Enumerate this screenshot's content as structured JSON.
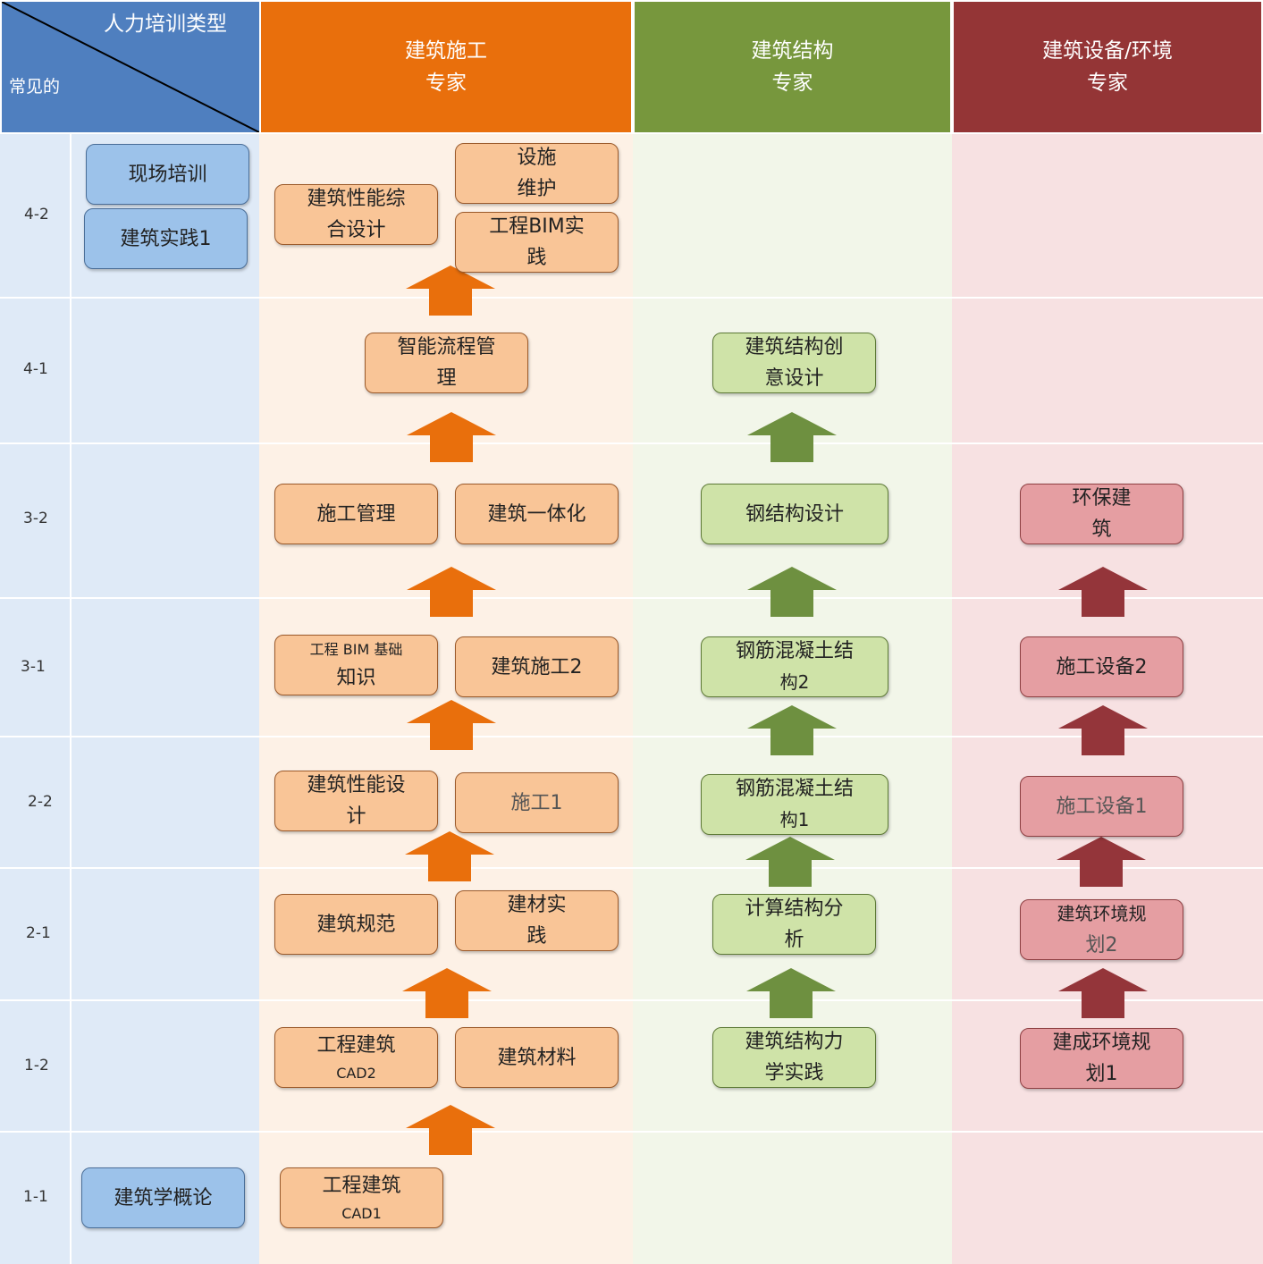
{
  "header": {
    "corner_top": "人力培训类型",
    "corner_bottom": "常见的",
    "columns": [
      {
        "line1": "建筑施工",
        "line2": "专家"
      },
      {
        "line1": "建筑结构",
        "line2": "专家"
      },
      {
        "line1": "建筑设备/环境",
        "line2": "专家"
      }
    ]
  },
  "colors": {
    "header_blue": "#4f7fbf",
    "header_orange": "#e96f0c",
    "header_green": "#77973d",
    "header_red": "#943536",
    "arrow_orange": "#e96f0c",
    "arrow_green": "#6e9040",
    "arrow_red": "#94353a"
  },
  "rows": [
    "4-2",
    "4-1",
    "3-2",
    "3-1",
    "2-2",
    "2-1",
    "1-2",
    "1-1"
  ],
  "boxes": {
    "common_1": {
      "l1": "现场培训",
      "l2": ""
    },
    "common_2": {
      "l1": "建筑实践1",
      "l2": ""
    },
    "common_3": {
      "l1": "建筑学概论",
      "l2": ""
    },
    "o_42a": {
      "l1": "建筑性能综",
      "l2": "合设计"
    },
    "o_42b": {
      "l1": "设施",
      "l2": "维护"
    },
    "o_42c": {
      "l1": "工程BIM实",
      "l2": "践"
    },
    "o_41": {
      "l1": "智能流程管",
      "l2": "理"
    },
    "o_32a": {
      "l1": "施工管理",
      "l2": ""
    },
    "o_32b": {
      "l1": "建筑一体化",
      "l2": ""
    },
    "o_31a": {
      "l1": "工程 BIM 基础",
      "l2": "知识"
    },
    "o_31b": {
      "l1": "建筑施工2",
      "l2": ""
    },
    "o_22a": {
      "l1": "建筑性能设",
      "l2": "计"
    },
    "o_22b": {
      "l1": "施工1",
      "l2": ""
    },
    "o_21a": {
      "l1": "建筑规范",
      "l2": ""
    },
    "o_21b": {
      "l1": "建材实",
      "l2": "践"
    },
    "o_12a": {
      "l1": "工程建筑",
      "l2": "CAD2"
    },
    "o_12b": {
      "l1": "建筑材料",
      "l2": ""
    },
    "o_11": {
      "l1": "工程建筑",
      "l2": "CAD1"
    },
    "g_41": {
      "l1": "建筑结构创",
      "l2": "意设计"
    },
    "g_32": {
      "l1": "钢结构设计",
      "l2": ""
    },
    "g_31": {
      "l1": "钢筋混凝土结",
      "l2": "构2"
    },
    "g_22": {
      "l1": "钢筋混凝土结",
      "l2": "构1"
    },
    "g_21": {
      "l1": "计算结构分",
      "l2": "析"
    },
    "g_12": {
      "l1": "建筑结构力",
      "l2": "学实践"
    },
    "r_32": {
      "l1": "环保建",
      "l2": "筑"
    },
    "r_31": {
      "l1": "施工设备2",
      "l2": ""
    },
    "r_22": {
      "l1": "施工设备1",
      "l2": ""
    },
    "r_21": {
      "l1": "建筑环境规",
      "l2": "划2"
    },
    "r_12": {
      "l1": "建成环境规",
      "l2": "划1"
    }
  }
}
